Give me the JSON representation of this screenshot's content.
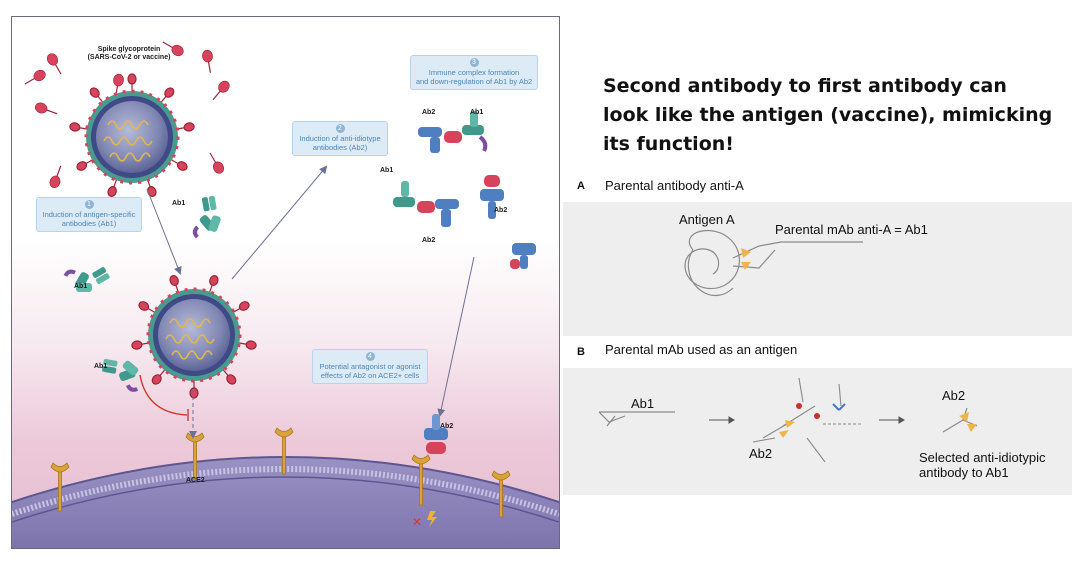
{
  "left_figure": {
    "spike_title_line1": "Spike glycoprotein",
    "spike_title_line2": "(SARS-CoV-2 or vaccine)",
    "steps": [
      {
        "number": "1",
        "line1": "Induction of antigen-specific",
        "line2": "antibodies (Ab1)"
      },
      {
        "number": "2",
        "line1": "Induction of anti-idiotype",
        "line2": "antibodies (Ab2)"
      },
      {
        "number": "3",
        "line1": "Immune complex formation",
        "line2": "and down-regulation of Ab1 by Ab2"
      },
      {
        "number": "4",
        "line1": "Potential antagonist or agonist",
        "line2": "effects of Ab2 on ACE2+ cells"
      }
    ],
    "labels": {
      "ab1": "Ab1",
      "ab2": "Ab2",
      "ace2": "ACE2"
    },
    "colors": {
      "virus_core": "#7a7fa8",
      "virus_ring": "#3f4a86",
      "rna": "#e3b84a",
      "spike": "#d6435b",
      "ab1": "#3f9a8c",
      "ab2": "#4f7fc1",
      "receptor": "#d9a23c",
      "arrow": "#6b7294",
      "inhibition": "#d23a2e",
      "cell_membrane": "#7c74a8"
    }
  },
  "heading": {
    "line1": "Second antibody to first antibody can",
    "line2": "look like the antigen (vaccine), mimicking",
    "line3": "its function!"
  },
  "right_figure": {
    "panel_a": {
      "letter": "A",
      "title": "Parental antibody anti-A",
      "antigen_label": "Antigen A",
      "mab_label": "Parental mAb anti-A = Ab1"
    },
    "panel_b": {
      "letter": "B",
      "title": "Parental mAb used as an antigen",
      "ab1_label": "Ab1",
      "ab2_label_left": "Ab2",
      "ab2_label_right": "Ab2",
      "selected_line1": "Selected anti-idiotypic",
      "selected_line2": "antibody to Ab1"
    },
    "colors": {
      "background": "#eeeeee",
      "paratope": "#f0b54a",
      "line": "#8a8a8a"
    }
  }
}
